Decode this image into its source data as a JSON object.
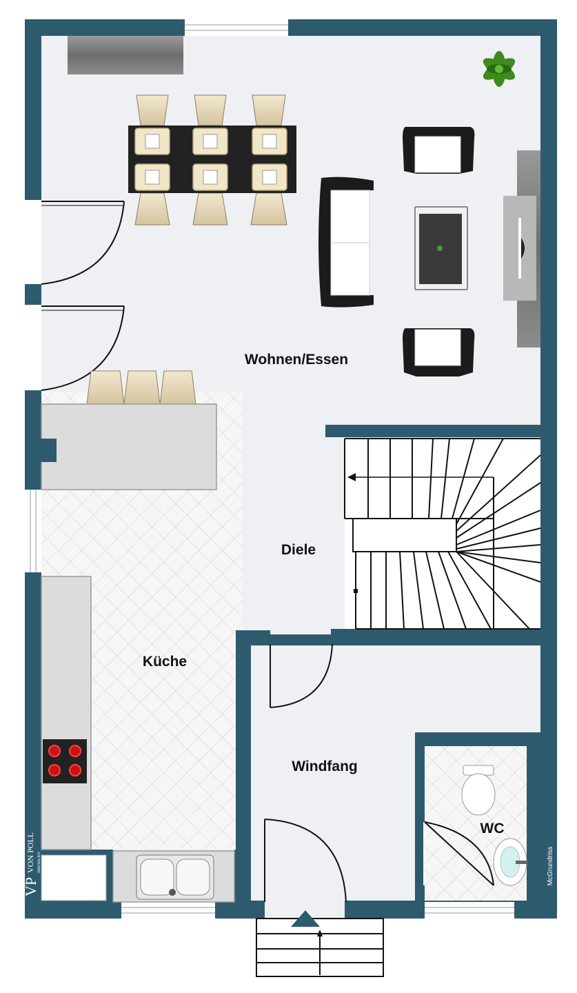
{
  "rooms": {
    "wohnen_essen": "Wohnen/Essen",
    "diele": "Diele",
    "kueche": "Küche",
    "windfang": "Windfang",
    "wc": "WC"
  },
  "credit": "McGrundriss",
  "logo": {
    "mark": "VP",
    "name": "VON POLL",
    "sub": "IMMOBILIEN"
  },
  "colors": {
    "wall": "#2e5a6e",
    "floor": "#eef0f4",
    "tile": "#f4f4f4",
    "furniture_dark": "#1e1e1e",
    "chair": "#e8dcbf",
    "counter": "#dcdcdc"
  },
  "icons": {
    "entrance": "triangle-up-icon",
    "stairs_direction": "arrow-left-icon",
    "plant": "plant-icon",
    "cooktop": "cooktop-icon"
  }
}
